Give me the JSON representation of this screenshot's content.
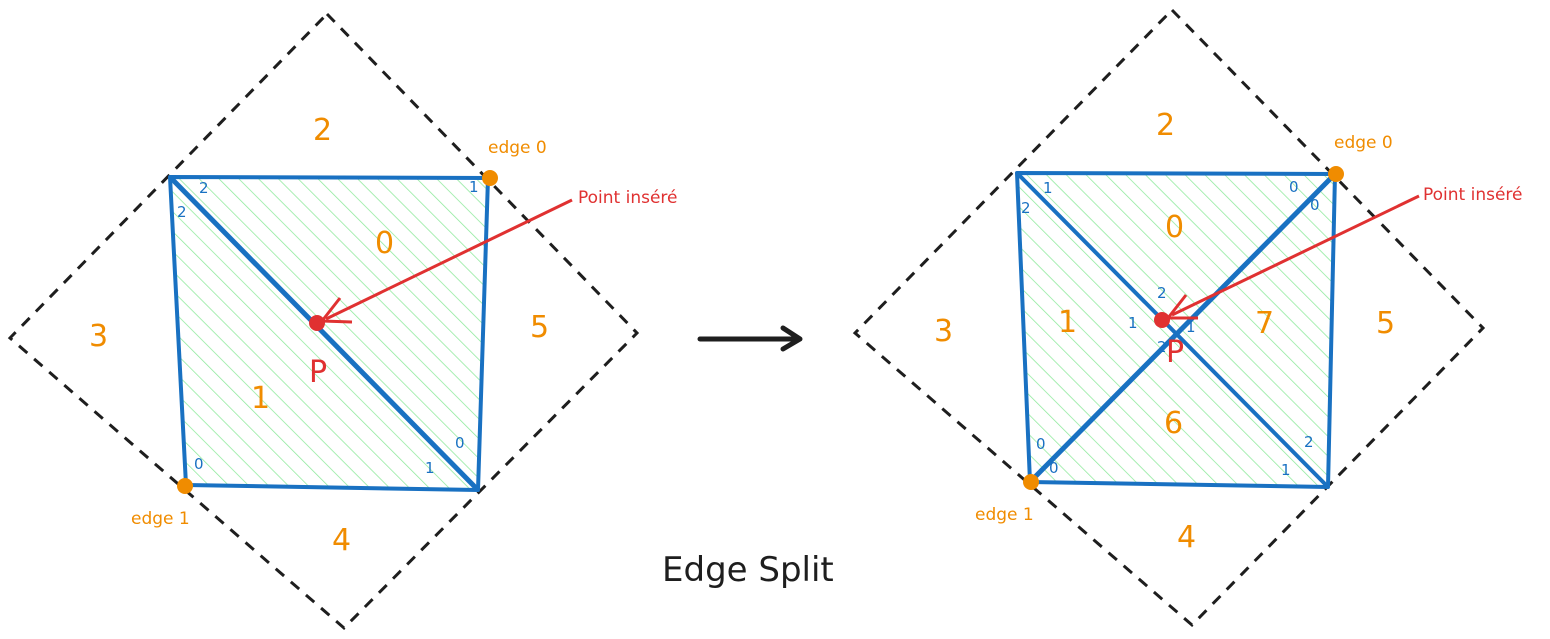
{
  "colors": {
    "edge_blue": "#1971c2",
    "fill_green": "#b2f2bb",
    "label_orange": "#f08c00",
    "point_red": "#e03131",
    "dashed_black": "#1e1e1e"
  },
  "title": "Edge Split",
  "left": {
    "triangles": [
      "0",
      "1",
      "2",
      "3",
      "4",
      "5"
    ],
    "edge0_label": "edge 0",
    "edge1_label": "edge 1",
    "point_label": "Point inséré",
    "p_label": "P",
    "vertex_indices": [
      "2",
      "2",
      "1",
      "0",
      "0",
      "1"
    ]
  },
  "right": {
    "triangles": [
      "0",
      "1",
      "2",
      "3",
      "4",
      "5",
      "6",
      "7"
    ],
    "edge0_label": "edge 0",
    "edge1_label": "edge 1",
    "point_label": "Point inséré",
    "p_label": "P",
    "vertex_indices": [
      "1",
      "2",
      "0",
      "0",
      "0",
      "0",
      "2",
      "1",
      "1",
      "2",
      "2",
      "1"
    ]
  }
}
